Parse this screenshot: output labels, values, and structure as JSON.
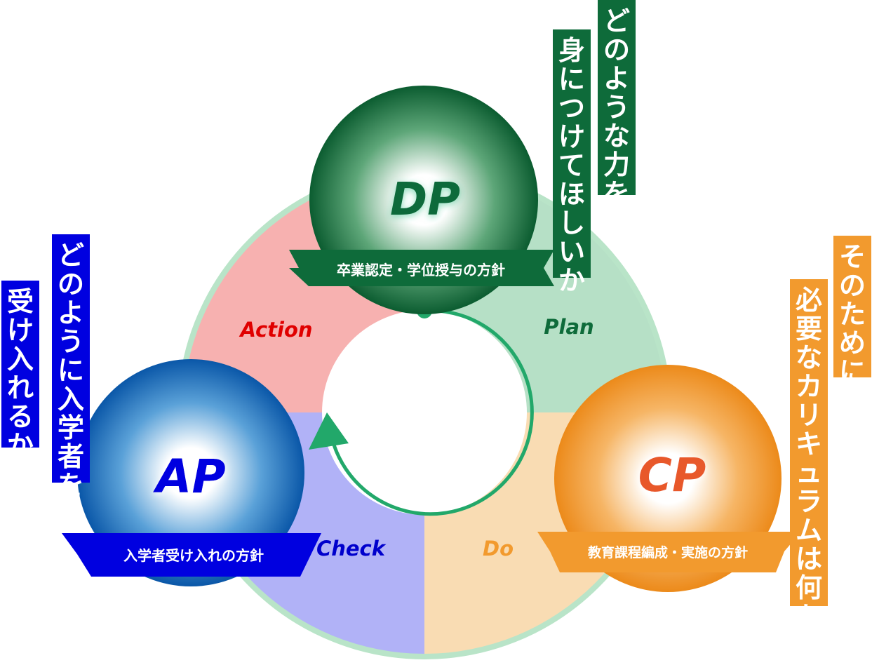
{
  "quadrants": {
    "action": "Action",
    "plan": "Plan",
    "check": "Check",
    "do": "Do"
  },
  "dp": {
    "label": "DP",
    "banner": "卒業認定・学位授与の方針",
    "question_line1": "どのような力を",
    "question_line2": "身につけてほしいか"
  },
  "ap": {
    "label": "AP",
    "banner": "入学者受け入れの方針",
    "question_line1": "どのように入学者を",
    "question_line2": "受け入れるか"
  },
  "cp": {
    "label": "CP",
    "banner": "教育課程編成・実施の方針",
    "question_line1": "そのために",
    "question_line2": "必要なカリキュラムは何か"
  },
  "colors": {
    "dp_green": "#0e6b3a",
    "ap_blue": "#0000e0",
    "cp_orange": "#f29a2e",
    "action_fill": "#f7b1b0",
    "plan_fill": "#b6e0c6",
    "check_fill": "#b1b2f7",
    "do_fill": "#f9dcb3",
    "cycle_arrow": "#22a86a"
  }
}
